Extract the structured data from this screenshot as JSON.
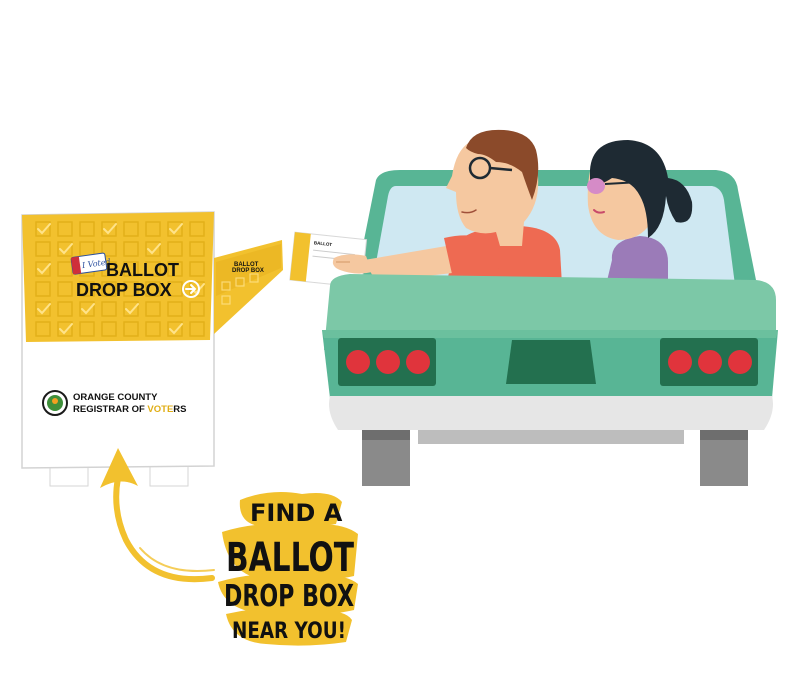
{
  "dropbox": {
    "sticker_text": "I Voted",
    "title_line1": "BALLOT",
    "title_line2": "DROP BOX",
    "org_line1": "ORANGE COUNTY",
    "org_line2_a": "REGISTRAR OF ",
    "org_line2_b": "VOTE",
    "org_line2_c": "RS",
    "slot_label_line1": "BALLOT",
    "slot_label_line2": "DROP BOX",
    "seal_label": "County seal"
  },
  "ballot": {
    "label": "BALLOT"
  },
  "callout": {
    "line1": "FIND A",
    "line2": "BALLOT",
    "line3": "DROP BOX",
    "line4": "NEAR YOU!"
  },
  "colors": {
    "yellow": "#F2C12E",
    "yellow_dark": "#E0AE16",
    "car_green": "#58B595",
    "car_green_dark": "#3E9A7C",
    "car_dark": "#23704F",
    "window": "#CFE8F2",
    "tail_light": "#E0343C",
    "bumper": "#E6E6E6",
    "tire": "#8A8A8A",
    "shirt": "#EE6A52",
    "skin": "#F5C8A0",
    "hair_man": "#8B4A2A",
    "hair_woman": "#1E2A33",
    "text": "#111111"
  }
}
